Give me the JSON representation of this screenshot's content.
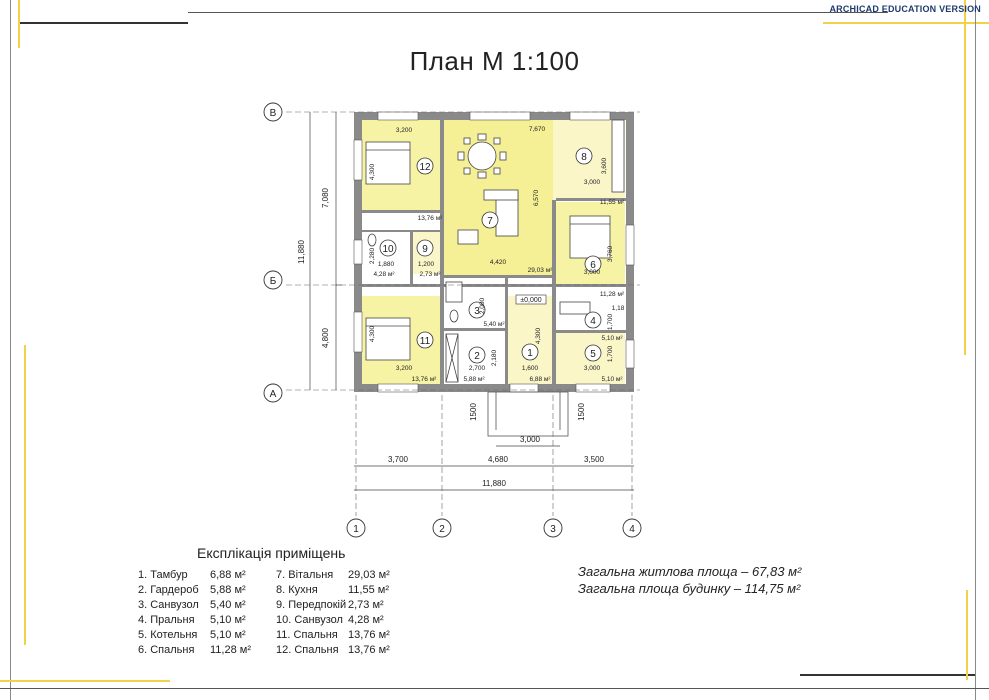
{
  "watermark": "ARCHICAD EDUCATION VERSION",
  "title": "План М 1:100",
  "axes_rows": [
    "В",
    "Б",
    "А"
  ],
  "axes_cols": [
    "1",
    "2",
    "3",
    "4"
  ],
  "dims": {
    "left_7080": "7,080",
    "left_11880": "11,880",
    "left_4800": "4,800",
    "bottom_3700": "3,700",
    "bottom_4680": "4,680",
    "bottom_3500": "3,500",
    "bottom_total": "11,880",
    "porch_3000": "3,000",
    "porch_1500_left": "1500",
    "porch_1500_right": "1500"
  },
  "room_numbers": [
    "12",
    "7",
    "8",
    "10",
    "9",
    "6",
    "3",
    "4",
    "11",
    "2",
    "1",
    "5"
  ],
  "plan_labels": {
    "r12_w": "3,200",
    "r12_h": "4,300",
    "r12_area": "13,76 м²",
    "r7_w": "7,670",
    "r7_d": "6,570",
    "r7_w2": "4,420",
    "r7_area": "29,03 м²",
    "r8_w": "3,000",
    "r8_h": "3,600",
    "r8_area": "11,55 м²",
    "r10_w": "1,880",
    "r10_h": "2,280",
    "r10_area": "4,28 м²",
    "r9_w": "1,200",
    "r9_area": "2,73 м²",
    "r6_w": "3,000",
    "r6_h": "3,760",
    "r6_area": "11,28 м²",
    "r3_h": "2,000",
    "r3_area": "5,40 м²",
    "r4_h": "1,700",
    "r4_area": "5,10 м²",
    "r11_w": "3,200",
    "r11_h": "4,300",
    "r11_area": "13,76 м²",
    "r2_w": "2,700",
    "r2_h": "2,180",
    "r2_area": "5,88 м²",
    "r1_w": "1,600",
    "r1_h": "4,300",
    "r1_area": "6,88 м²",
    "r5_w": "3,000",
    "r5_h": "1,700",
    "r5_area": "5,10 м²",
    "level": "±0,000",
    "win": "1,18"
  },
  "legend_title": "Експлікація приміщень",
  "legend": [
    {
      "name": "1. Тамбур",
      "area": "6,88 м²",
      "name2": "7. Вітальня",
      "area2": "29,03 м²"
    },
    {
      "name": "2. Гардероб",
      "area": "5,88 м²",
      "name2": "8. Кухня",
      "area2": "11,55 м²"
    },
    {
      "name": "3. Санвузол",
      "area": "5,40 м²",
      "name2": "9. Передпокій",
      "area2": "2,73 м²"
    },
    {
      "name": "4. Пральня",
      "area": "5,10 м²",
      "name2": "10. Санвузол",
      "area2": "4,28 м²"
    },
    {
      "name": "5. Котельня",
      "area": "5,10 м²",
      "name2": "11. Спальня",
      "area2": "13,76 м²"
    },
    {
      "name": "6. Спальня",
      "area": "11,28 м²",
      "name2": "12. Спальня",
      "area2": "13,76 м²"
    }
  ],
  "totals": {
    "living": "Загальна житлова площа – 67,83 м²",
    "total": "Загальна площа будинку – 114,75 м²"
  },
  "colors": {
    "accent_yellow": "#f2d24a",
    "room_fill": "#f7f3a4",
    "wall": "#8a8a8a",
    "frame_dark": "#333333"
  }
}
